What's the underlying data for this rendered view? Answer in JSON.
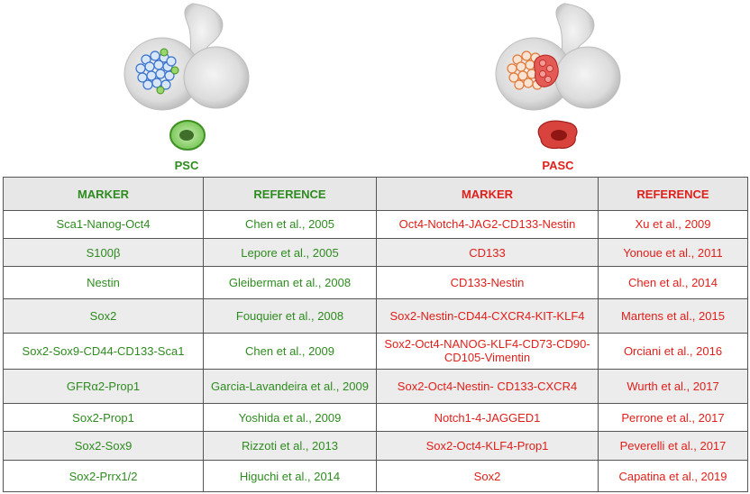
{
  "groups": {
    "left_label": "PSC",
    "right_label": "PASC",
    "left_color": "#2e8b1f",
    "right_color": "#e0201b"
  },
  "headers": {
    "left_marker": "MARKER",
    "left_reference": "REFERENCE",
    "right_marker": "MARKER",
    "right_reference": "REFERENCE"
  },
  "rows": [
    {
      "psc_marker": "Sca1-Nanog-Oct4",
      "psc_reference": "Chen et al., 2005",
      "pasc_marker": "Oct4-Notch4-JAG2-CD133-Nestin",
      "pasc_reference": "Xu et al., 2009"
    },
    {
      "psc_marker": "S100β",
      "psc_reference": "Lepore et al., 2005",
      "pasc_marker": "CD133",
      "pasc_reference": "Yonoue et al., 2011"
    },
    {
      "psc_marker": "Nestin",
      "psc_reference": "Gleiberman et al., 2008",
      "pasc_marker": "CD133-Nestin",
      "pasc_reference": "Chen et al., 2014"
    },
    {
      "psc_marker": "Sox2",
      "psc_reference": "Fouquier et al., 2008",
      "pasc_marker": "Sox2-Nestin-CD44-CXCR4-KIT-KLF4",
      "pasc_reference": "Martens et al., 2015"
    },
    {
      "psc_marker": "Sox2-Sox9-CD44-CD133-Sca1",
      "psc_reference": "Chen et al., 2009",
      "pasc_marker": "Sox2-Oct4-NANOG-KLF4-CD73-CD90- CD105-Vimentin",
      "pasc_reference": "Orciani et al., 2016"
    },
    {
      "psc_marker": "GFRα2-Prop1",
      "psc_reference": "Garcia-Lavandeira et al., 2009",
      "pasc_marker": "Sox2-Oct4-Nestin- CD133-CXCR4",
      "pasc_reference": "Wurth et al., 2017"
    },
    {
      "psc_marker": "Sox2-Prop1",
      "psc_reference": "Yoshida et al., 2009",
      "pasc_marker": "Notch1-4-JAGGED1",
      "pasc_reference": "Perrone et al., 2017"
    },
    {
      "psc_marker": "Sox2-Sox9",
      "psc_reference": "Rizzoti et al., 2013",
      "pasc_marker": "Sox2-Oct4-KLF4-Prop1",
      "pasc_reference": "Peverelli et al., 2017"
    },
    {
      "psc_marker": "Sox2-Prrx1/2",
      "psc_reference": "Higuchi et al., 2014",
      "pasc_marker": "Sox2",
      "pasc_reference": "Capatina et al., 2019"
    }
  ]
}
